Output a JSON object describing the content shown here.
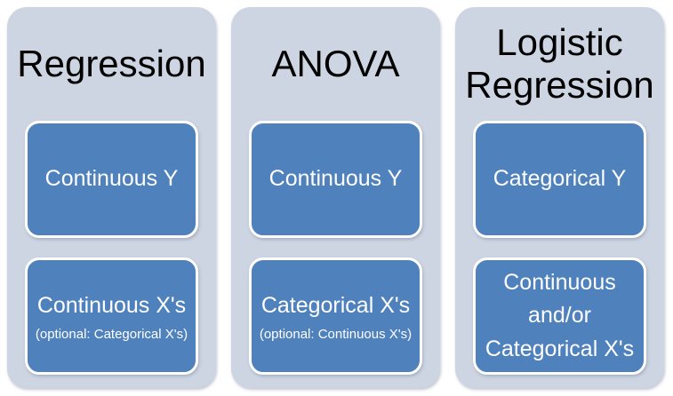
{
  "diagram": {
    "columns": [
      {
        "title": "Regression",
        "boxes": [
          {
            "main": "Continuous Y",
            "sub": ""
          },
          {
            "main": "Continuous X's",
            "sub": "(optional: Categorical X's)"
          }
        ]
      },
      {
        "title": "ANOVA",
        "boxes": [
          {
            "main": "Continuous Y",
            "sub": ""
          },
          {
            "main": "Categorical X's",
            "sub": "(optional: Continuous X's)"
          }
        ]
      },
      {
        "title": "Logistic\nRegression",
        "boxes": [
          {
            "main": "Categorical Y",
            "sub": ""
          },
          {
            "main": "Continuous\nand/or\nCategorical X's",
            "sub": ""
          }
        ]
      }
    ],
    "colors": {
      "page_bg": "#FFFFFF",
      "container_bg": "#CDD5E3",
      "box_bg": "#4F81BD",
      "box_border": "#FFFFFF",
      "title_text": "#000000",
      "box_text": "#FFFFFF"
    }
  }
}
